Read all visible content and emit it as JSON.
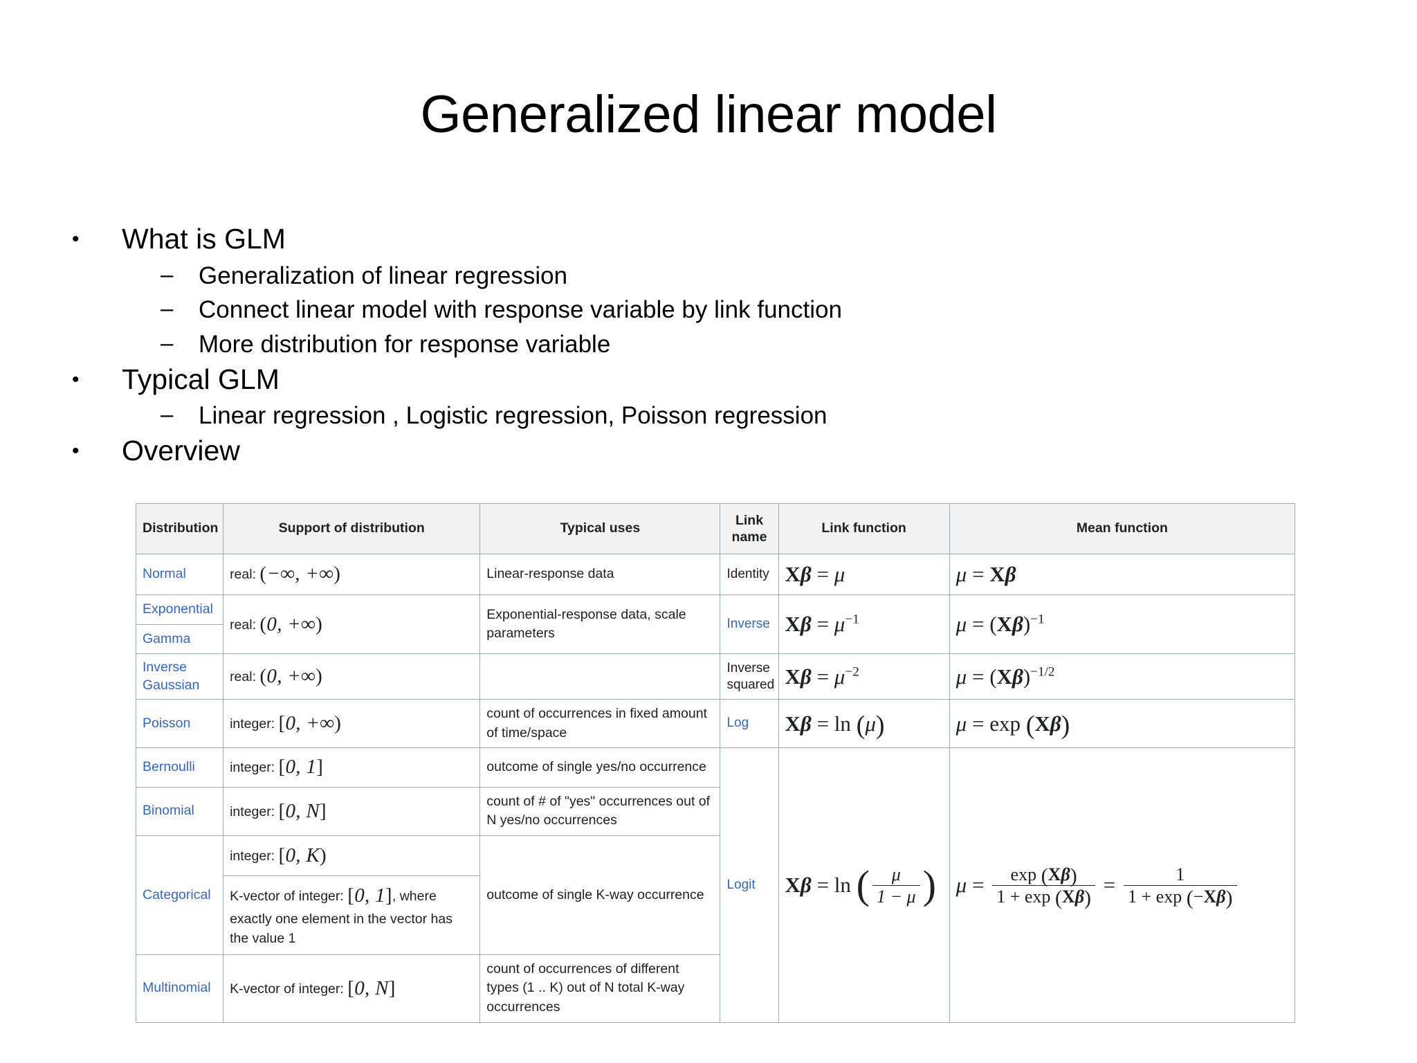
{
  "slide": {
    "title": "Generalized linear model",
    "bullet_marker": "•",
    "dash_marker": "–",
    "bullets": [
      {
        "text": "What is GLM",
        "sub": [
          "Generalization of linear regression",
          "Connect linear model with response variable by link function",
          "More distribution for response variable"
        ]
      },
      {
        "text": "Typical GLM",
        "sub": [
          "Linear regression , Logistic regression, Poisson regression"
        ]
      },
      {
        "text": "Overview",
        "sub": []
      }
    ]
  },
  "table": {
    "link_color": "#3366cc",
    "header_bg": "#f2f2f2",
    "border_color": "#a2a9b1",
    "columns": [
      "Distribution",
      "Support of distribution",
      "Typical uses",
      "Link name",
      "Link function",
      "Mean function"
    ],
    "rows": [
      {
        "distribution": "Normal",
        "support_prefix": "real:",
        "support_math": "(−∞, +∞)",
        "typical_uses": "Linear-response data",
        "link_name": "Identity",
        "link_function": "Xβ = μ",
        "mean_function": "μ = Xβ"
      },
      {
        "distribution": "Exponential",
        "support_prefix": "real:",
        "support_math": "(0, +∞)",
        "typical_uses": "Exponential-response data, scale parameters",
        "link_name": "Inverse",
        "link_function": "Xβ = μ⁻¹",
        "mean_function": "μ = (Xβ)⁻¹"
      },
      {
        "distribution": "Gamma",
        "support_prefix": "real:",
        "support_math": "(0, +∞)",
        "typical_uses": "",
        "link_name": "",
        "link_function": "",
        "mean_function": ""
      },
      {
        "distribution": "Inverse Gaussian",
        "support_prefix": "real:",
        "support_math": "(0, +∞)",
        "typical_uses": "",
        "link_name": "Inverse squared",
        "link_function": "Xβ = μ⁻²",
        "mean_function": "μ = (Xβ)⁻¹ᐟ²"
      },
      {
        "distribution": "Poisson",
        "support_prefix": "integer:",
        "support_math": "[0, +∞)",
        "typical_uses": "count of occurrences in fixed amount of time/space",
        "link_name": "Log",
        "link_function": "Xβ = ln (μ)",
        "mean_function": "μ = exp (Xβ)"
      },
      {
        "distribution": "Bernoulli",
        "support_prefix": "integer:",
        "support_math": "[0, 1]",
        "typical_uses": "outcome of single yes/no occurrence",
        "link_name": "Logit",
        "link_function": "Xβ = ln ( μ / (1 − μ) )",
        "mean_function": "μ = exp (Xβ) / (1 + exp (Xβ)) = 1 / (1 + exp (−Xβ))"
      },
      {
        "distribution": "Binomial",
        "support_prefix": "integer:",
        "support_math": "[0, N]",
        "typical_uses": "count of # of \"yes\" occurrences out of N yes/no occurrences",
        "link_name": "",
        "link_function": "",
        "mean_function": ""
      },
      {
        "distribution": "Categorical",
        "support_prefix": "integer:",
        "support_math": "[0, K)",
        "support_prefix2": "K-vector of integer:",
        "support_math2": "[0, 1]",
        "support_suffix2": ", where exactly one element in the vector has the value 1",
        "typical_uses": "outcome of single K-way occurrence",
        "link_name": "",
        "link_function": "",
        "mean_function": ""
      },
      {
        "distribution": "Multinomial",
        "support_prefix": "K-vector of integer:",
        "support_math": "[0, N]",
        "typical_uses": "count of occurrences of different types (1 .. K) out of N total K-way occurrences",
        "link_name": "",
        "link_function": "",
        "mean_function": ""
      }
    ],
    "math_symbols": {
      "mu": "μ",
      "beta": "β",
      "X": "X",
      "ln": "ln",
      "exp": "exp",
      "one": "1",
      "minus": "−",
      "equals": "=",
      "plus": "+"
    }
  }
}
